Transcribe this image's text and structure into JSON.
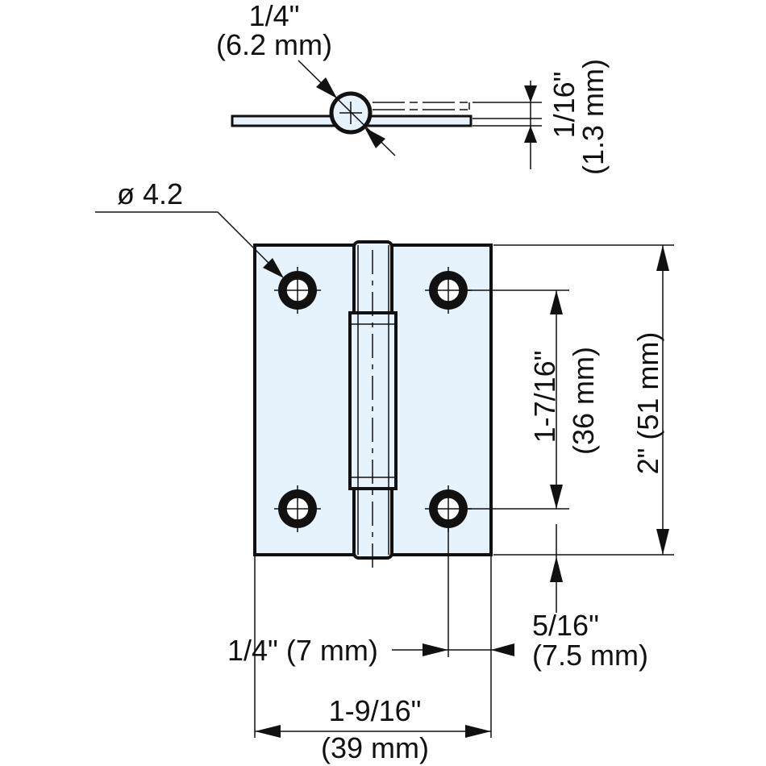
{
  "colors": {
    "part_fill": "#e6f2fc",
    "line": "#111111",
    "background": "#ffffff"
  },
  "dimensions": {
    "pin_diameter": {
      "imperial": "1/4\"",
      "metric": "(6.2 mm)"
    },
    "leaf_thickness": {
      "imperial": "1/16\"",
      "metric": "(1.3 mm)"
    },
    "hole_diameter": {
      "label": "ø 4.2"
    },
    "hole_spacing": {
      "imperial": "1-7/16\"",
      "metric": "(36 mm)"
    },
    "height": {
      "label": "2\" (51 mm)"
    },
    "hole_edge_distance": {
      "imperial": "5/16\"",
      "metric": "(7.5 mm)"
    },
    "hole_side_distance": {
      "label": "1/4\" (7 mm)"
    },
    "width": {
      "imperial": "1-9/16\"",
      "metric": "(39 mm)"
    }
  }
}
